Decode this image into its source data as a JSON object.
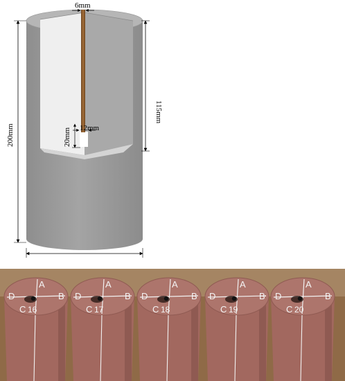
{
  "diagram": {
    "dims": {
      "top_width": "6mm",
      "hole_width": "12mm",
      "hole_depth": "20mm",
      "total_height": "200mm",
      "inner_depth": "115mm"
    },
    "colors": {
      "cylinder_body": "#9c9c9c",
      "cylinder_top": "#b9b9b9",
      "cut_face": "#ededed",
      "rod": "#8a5a2b",
      "line": "#000000"
    }
  },
  "photo": {
    "colors": {
      "background": "#8f6a47",
      "sample": "#a2685f",
      "sample_top": "#ad756c",
      "marking": "#f2f2f2",
      "hole": "#111111"
    },
    "samples": [
      {
        "id": "16",
        "letters": [
          "A",
          "B",
          "C",
          "D"
        ]
      },
      {
        "id": "17",
        "letters": [
          "A",
          "B",
          "C",
          "D"
        ]
      },
      {
        "id": "18",
        "letters": [
          "A",
          "B",
          "C",
          "D"
        ]
      },
      {
        "id": "19",
        "letters": [
          "A",
          "B",
          "C",
          "D"
        ]
      },
      {
        "id": "20",
        "letters": [
          "A",
          "B",
          "C",
          "D"
        ]
      }
    ]
  }
}
